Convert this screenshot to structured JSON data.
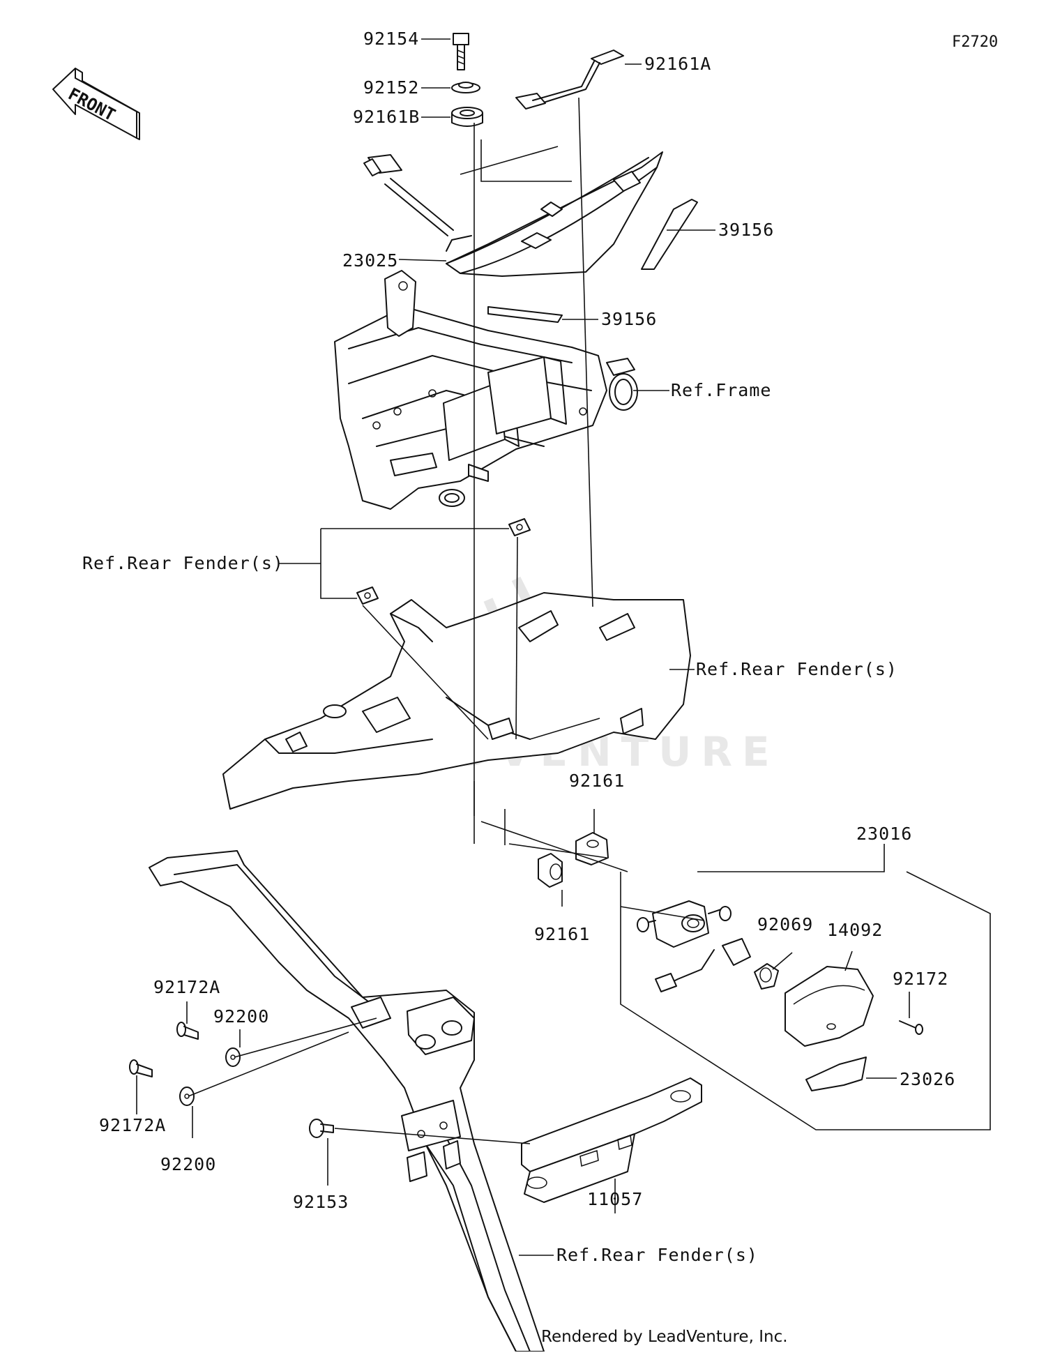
{
  "diagram_code": "F2720",
  "front_label": "FRONT",
  "watermark": "LEADVENTURE",
  "credit": "Rendered by LeadVenture, Inc.",
  "callouts": {
    "p92154": "92154",
    "p92152": "92152",
    "p92161B": "92161B",
    "p92161A": "92161A",
    "p39156_top": "39156",
    "p23025": "23025",
    "p39156_mid": "39156",
    "ref_frame": "Ref.Frame",
    "ref_rear_fender_1": "Ref.Rear Fender(s)",
    "ref_rear_fender_2": "Ref.Rear Fender(s)",
    "p92161_top": "92161",
    "p92161_bottom": "92161",
    "p23016": "23016",
    "p92069": "92069",
    "p14092": "14092",
    "p92172": "92172",
    "p23026": "23026",
    "p92172A_top": "92172A",
    "p92200_top": "92200",
    "p92172A_bottom": "92172A",
    "p92200_bottom": "92200",
    "p92153": "92153",
    "p11057": "11057",
    "ref_rear_fender_3": "Ref.Rear Fender(s)"
  }
}
